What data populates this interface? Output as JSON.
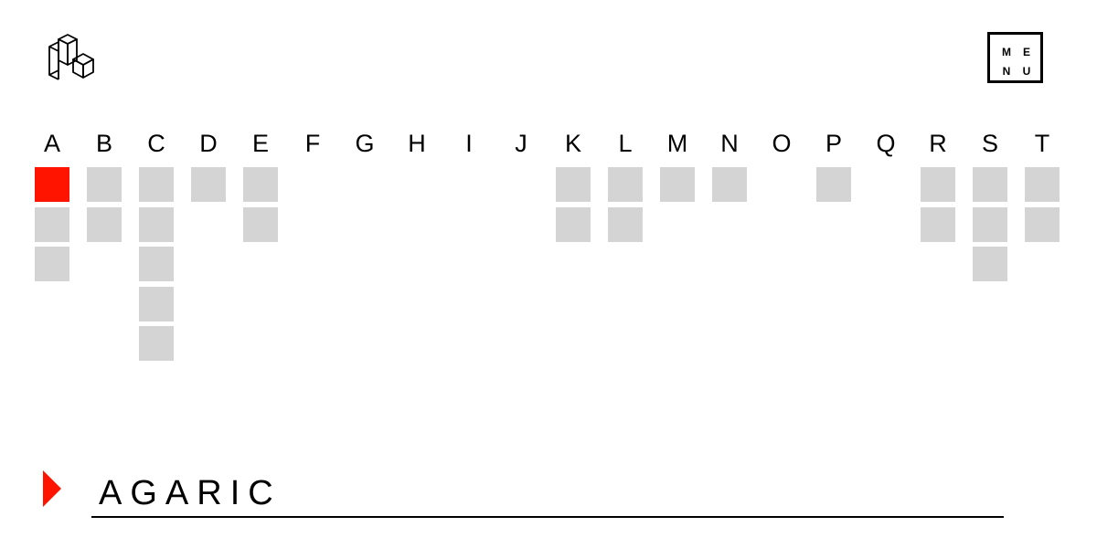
{
  "header": {
    "logo_icon": "stacked-cubes-icon",
    "menu": {
      "letters": [
        "M",
        "E",
        "N",
        "U"
      ]
    }
  },
  "alphabet": [
    {
      "letter": "A",
      "count": 3,
      "active_index": 0
    },
    {
      "letter": "B",
      "count": 2
    },
    {
      "letter": "C",
      "count": 5
    },
    {
      "letter": "D",
      "count": 1
    },
    {
      "letter": "E",
      "count": 2
    },
    {
      "letter": "F",
      "count": 0
    },
    {
      "letter": "G",
      "count": 0
    },
    {
      "letter": "H",
      "count": 0
    },
    {
      "letter": "I",
      "count": 0
    },
    {
      "letter": "J",
      "count": 0
    },
    {
      "letter": "K",
      "count": 2
    },
    {
      "letter": "L",
      "count": 2
    },
    {
      "letter": "M",
      "count": 1
    },
    {
      "letter": "N",
      "count": 1
    },
    {
      "letter": "O",
      "count": 0
    },
    {
      "letter": "P",
      "count": 1
    },
    {
      "letter": "Q",
      "count": 0
    },
    {
      "letter": "R",
      "count": 2
    },
    {
      "letter": "S",
      "count": 3
    },
    {
      "letter": "T",
      "count": 2
    }
  ],
  "colors": {
    "active": "#ff1400",
    "inactive": "#d4d4d4",
    "text": "#000000"
  },
  "selected": {
    "title": "AGARIC",
    "arrow_icon": "play-triangle-icon"
  }
}
